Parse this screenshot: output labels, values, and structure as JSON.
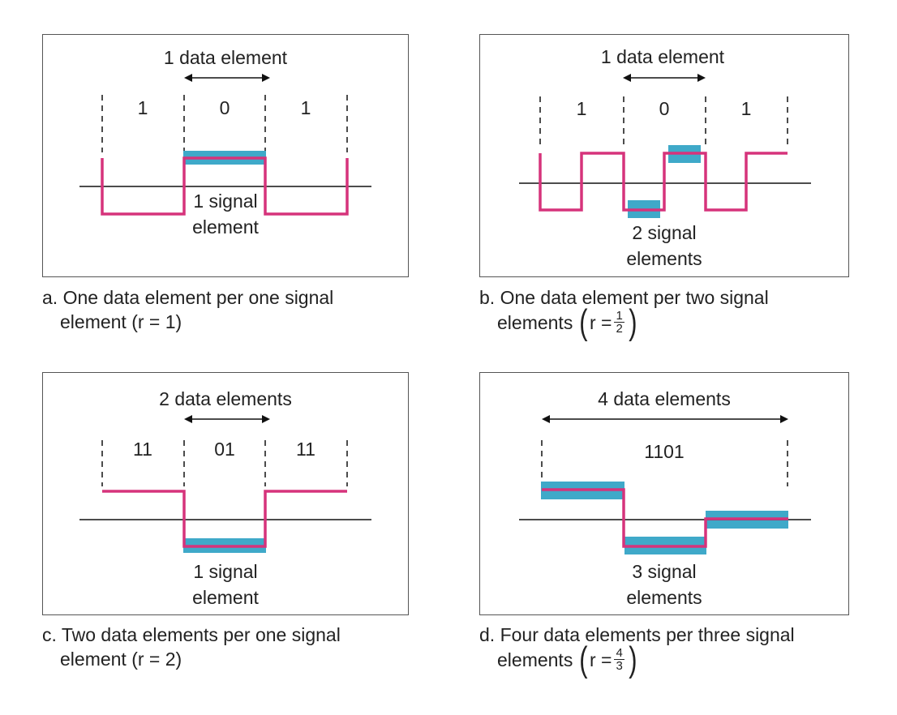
{
  "colors": {
    "signal": "#d6337b",
    "highlight": "#3fa9c9",
    "axis": "#111111",
    "border": "#555555"
  },
  "panels": {
    "a": {
      "data_label": "1 data element",
      "bits": [
        "1",
        "0",
        "1"
      ],
      "signal_label_1": "1 signal",
      "signal_label_2": "element",
      "caption_1": "a. One data element per one signal",
      "caption_2": "element (r = 1)"
    },
    "b": {
      "data_label": "1 data element",
      "bits": [
        "1",
        "0",
        "1"
      ],
      "signal_label_1": "2 signal",
      "signal_label_2": "elements",
      "caption_1": "b. One data element per two signal",
      "caption_2_prefix": "elements",
      "r_prefix": "r =",
      "r_num": "1",
      "r_den": "2"
    },
    "c": {
      "data_label": "2 data elements",
      "bits": [
        "11",
        "01",
        "11"
      ],
      "signal_label_1": "1 signal",
      "signal_label_2": "element",
      "caption_1": "c. Two data elements per one signal",
      "caption_2": "element (r = 2)"
    },
    "d": {
      "data_label": "4 data elements",
      "bits": [
        "1101"
      ],
      "signal_label_1": "3 signal",
      "signal_label_2": "elements",
      "caption_1": "d. Four data elements per three signal",
      "caption_2_prefix": "elements",
      "r_prefix": "r =",
      "r_num": "4",
      "r_den": "3"
    }
  }
}
